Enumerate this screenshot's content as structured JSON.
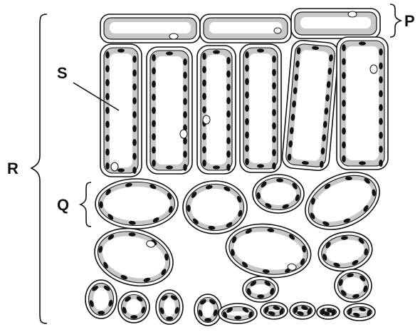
{
  "labels": {
    "R": "R",
    "S": "S",
    "Q": "Q",
    "P": "P"
  },
  "colors": {
    "background": "#ffffff",
    "cell_wall": "#111111",
    "cytoplasm": "#c8c8c8",
    "chloroplast": "#111111",
    "vacuole": "#ffffff"
  }
}
